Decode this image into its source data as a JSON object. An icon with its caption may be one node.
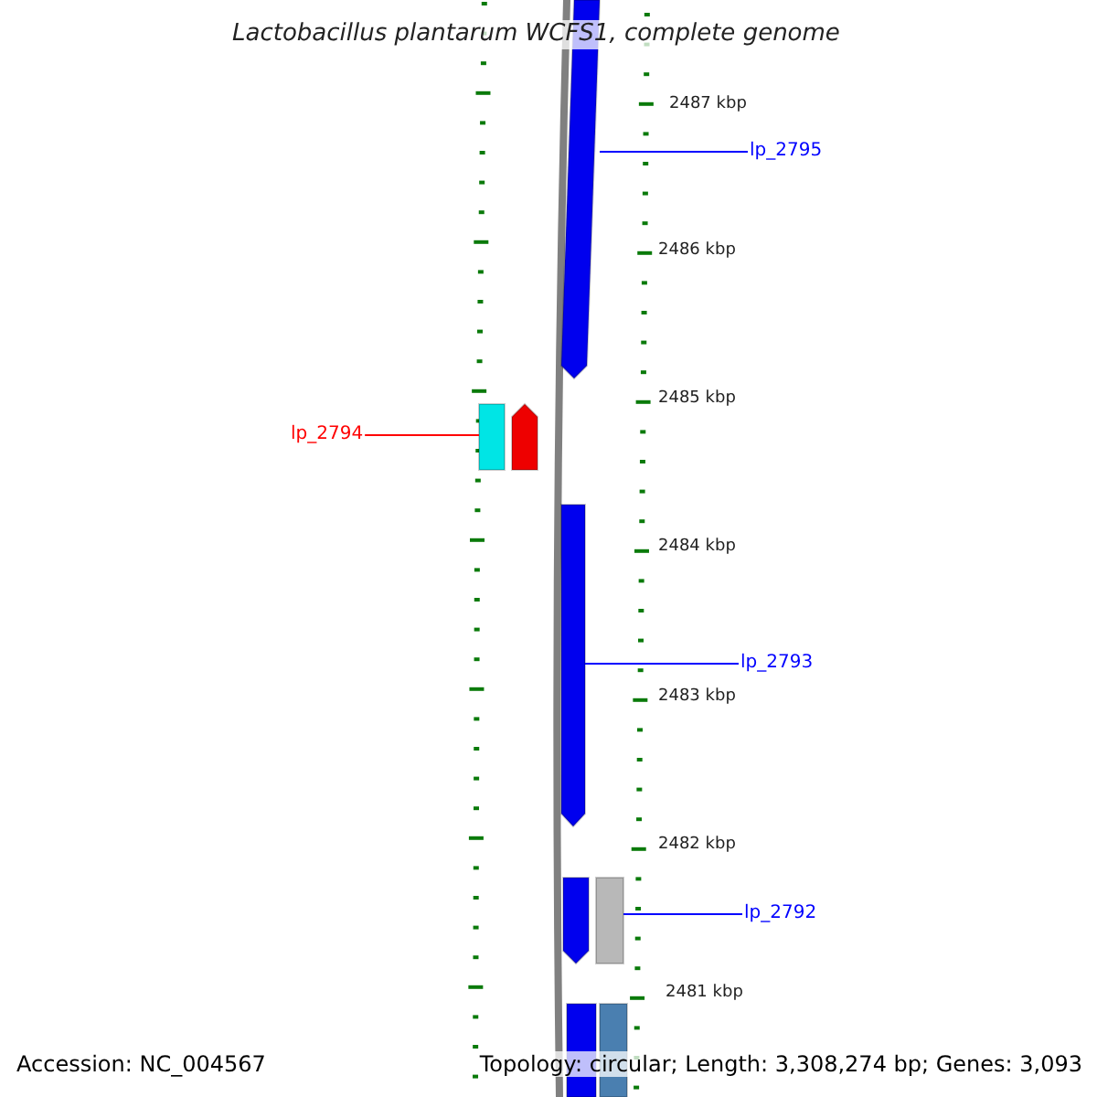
{
  "diagram": {
    "title": "Lactobacillus plantarum WCFS1, complete genome",
    "nodes": [
      {
        "text": [],
        "shape": "arrow"
      },
      {
        "text": [
          "lp_2795"
        ]
      },
      {
        "text": [
          "lp_2794"
        ]
      },
      {
        "text": [],
        "shape": "box"
      },
      {
        "text": [],
        "shape": "arrow"
      },
      {
        "text": [],
        "shape": "arrow"
      },
      {
        "text": [
          "lp_2793"
        ]
      },
      {
        "text": [],
        "shape": "arrow"
      },
      {
        "text": [],
        "shape": "box"
      },
      {
        "text": [
          "lp_2792"
        ]
      },
      {
        "text": [],
        "shape": "box"
      },
      {
        "text": [],
        "shape": "box"
      }
    ],
    "edges": [
      {
        "from": 1,
        "to": 0,
        "arrow": "none"
      },
      {
        "from": 2,
        "to": 3,
        "arrow": "none",
        "color": "#ff0000"
      },
      {
        "from": 6,
        "to": 5,
        "arrow": "none"
      },
      {
        "from": 9,
        "to": 8,
        "arrow": "none"
      }
    ],
    "labels": [
      "2487 kbp",
      "2486 kbp",
      "2485 kbp",
      "2484 kbp",
      "2483 kbp",
      "2482 kbp",
      "2481 kbp",
      "Accession: NC_004567",
      "Topology: circular; Length: 3,308,274 bp; Genes: 3,093"
    ]
  }
}
